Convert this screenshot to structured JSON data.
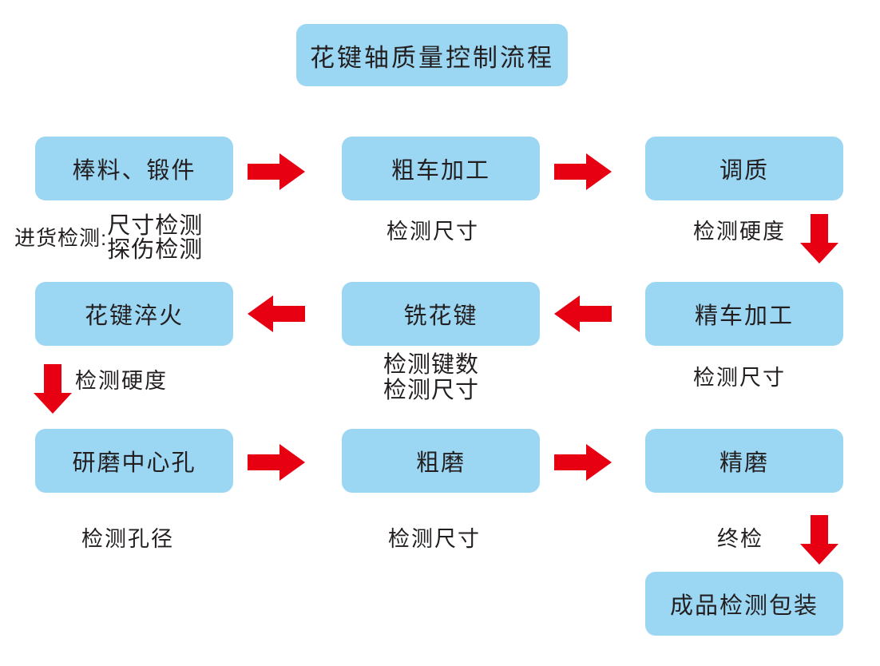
{
  "diagram": {
    "title": "花键轴质量控制流程",
    "accent_color": "#E60012",
    "box_color": "#9BD6F2",
    "text_color": "#231f20",
    "steps": [
      {
        "id": "s1",
        "label": "棒料、锻件",
        "row": 1,
        "col": 1
      },
      {
        "id": "s2",
        "label": "粗车加工",
        "row": 1,
        "col": 2
      },
      {
        "id": "s3",
        "label": "调质",
        "row": 1,
        "col": 3
      },
      {
        "id": "s4",
        "label": "花键淬火",
        "row": 2,
        "col": 1
      },
      {
        "id": "s5",
        "label": "铣花键",
        "row": 2,
        "col": 2
      },
      {
        "id": "s6",
        "label": "精车加工",
        "row": 2,
        "col": 3
      },
      {
        "id": "s7",
        "label": "研磨中心孔",
        "row": 3,
        "col": 1
      },
      {
        "id": "s8",
        "label": "粗磨",
        "row": 3,
        "col": 2
      },
      {
        "id": "s9",
        "label": "精磨",
        "row": 3,
        "col": 3
      },
      {
        "id": "s10",
        "label": "成品检测包装",
        "row": 4,
        "col": 3
      }
    ],
    "captions": {
      "incoming_lead": "进货检测:",
      "incoming_line1": "尺寸检测",
      "incoming_line2": "探伤检测",
      "rough_turning": "检测尺寸",
      "quench_temper": "检测硬度",
      "spline_quench": "检测硬度",
      "mill_spline_line1": "检测键数",
      "mill_spline_line2": "检测尺寸",
      "finish_turning": "检测尺寸",
      "center_hole": "检测孔径",
      "rough_grind": "检测尺寸",
      "final_inspection": "终检"
    },
    "arrows": [
      {
        "name": "arrow-s1-to-s2",
        "direction": "right"
      },
      {
        "name": "arrow-s2-to-s3",
        "direction": "right"
      },
      {
        "name": "arrow-s3-to-s6",
        "direction": "down"
      },
      {
        "name": "arrow-s6-to-s5",
        "direction": "left"
      },
      {
        "name": "arrow-s5-to-s4",
        "direction": "left"
      },
      {
        "name": "arrow-s4-to-s7",
        "direction": "down"
      },
      {
        "name": "arrow-s7-to-s8",
        "direction": "right"
      },
      {
        "name": "arrow-s8-to-s9",
        "direction": "right"
      },
      {
        "name": "arrow-s9-to-s10",
        "direction": "down"
      }
    ]
  }
}
